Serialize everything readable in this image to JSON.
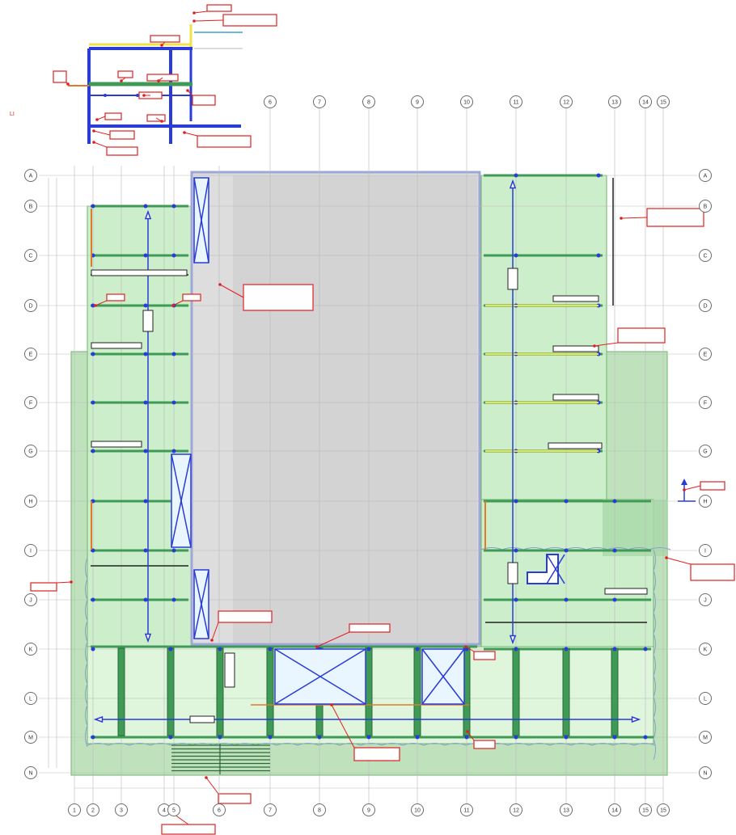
{
  "drawing": {
    "sheet_mark": "LI",
    "colors": {
      "paper": "#ffffff",
      "grid_line": "#b9b9b9",
      "bubble_stroke": "#6b6b6b",
      "green_fill": "#cdeecb",
      "green_fill_light": "#dff5dc",
      "green_fill_dark": "#a9d8a7",
      "green_outline": "#6fb56b",
      "beam_green": "#3e9a55",
      "beam_green_dark": "#2b6b3a",
      "grey_void": "#dddddd",
      "void_outline": "#9fa6d8",
      "blue": "#2a3bd6",
      "yellow": "#f2e24a",
      "orange": "#e07b2c",
      "callout_red": "#e02020",
      "black": "#222222"
    },
    "grid": {
      "columns": [
        "1",
        "2",
        "3",
        "4",
        "5",
        "6",
        "7",
        "8",
        "9",
        "10",
        "11",
        "12",
        "13",
        "14",
        "15"
      ],
      "rows": [
        "A",
        "B",
        "C",
        "D",
        "E",
        "F",
        "G",
        "H",
        "I",
        "J",
        "K",
        "L",
        "M",
        "N"
      ]
    }
  }
}
